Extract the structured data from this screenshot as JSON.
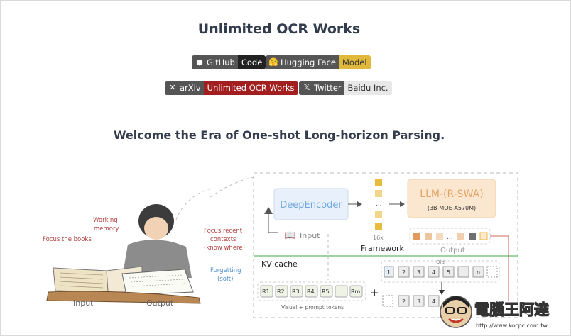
{
  "page": {
    "title": "Unlimited OCR Works",
    "subtitle": "Welcome the Era of One-shot Long-horizon Parsing."
  },
  "badges": [
    {
      "left": "GitHub",
      "right": "Code",
      "icon": "github-icon",
      "color": "#222222"
    },
    {
      "left": "Hugging Face",
      "right": "Model",
      "icon": "hugging-face-icon",
      "color": "#e0b93a"
    },
    {
      "left": "arXiv",
      "right": "Unlimited OCR Works",
      "icon": "arxiv-icon",
      "color": "#a31f1f"
    },
    {
      "left": "Twitter",
      "right": "Baidu Inc.",
      "icon": "x-icon",
      "color": "#e8e8e8"
    }
  ],
  "figure": {
    "left_labels": {
      "working_memory": [
        "Working",
        "memory"
      ],
      "focus_books": "Focus the books",
      "focus_recent": [
        "Focus recent",
        "contexts",
        "(know where)"
      ],
      "forgetting": [
        "Forgetting",
        "(soft)"
      ],
      "input": "Input",
      "output": "Output"
    },
    "encoder": "DeepEncoder",
    "input_label": "Input",
    "dots": "...",
    "ratio": "16x",
    "framework": "Framework",
    "llm_title": "LLM-(R-SWA)",
    "llm_sub": "(3B-MOE-A570M)",
    "output_label": "Output",
    "kv_cache": "KV cache",
    "r_tokens": [
      "R1",
      "R2",
      "R3",
      "R4",
      "R5",
      "...",
      "Rm"
    ],
    "visual_prompt": "Visual + prompt tokens",
    "plus": "+",
    "old_label": "Old",
    "seq_top": [
      "1",
      "2",
      "3",
      "4",
      "5",
      "...",
      "n"
    ],
    "seq_bottom": [
      "2",
      "3",
      "4"
    ]
  },
  "watermark": {
    "text": "電腦王阿達",
    "url": "http://www.kocpc.com.tw"
  }
}
